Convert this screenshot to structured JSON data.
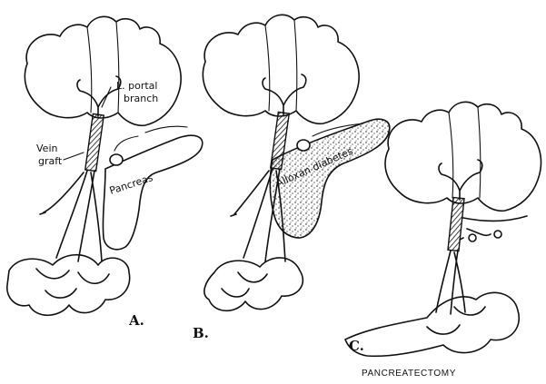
{
  "labels": {
    "portal_line1": "L. portal",
    "portal_line2": "branch",
    "vein_line1": "Vein",
    "vein_line2": "graft",
    "pancreas": "Pancreas",
    "alloxan": "Alloxan diabetes",
    "panel_a": "A.",
    "panel_b": "B.",
    "panel_c": "C.",
    "caption_c": "PANCREATECTOMY"
  },
  "colors": {
    "ink": "#111111",
    "paper": "#ffffff"
  }
}
